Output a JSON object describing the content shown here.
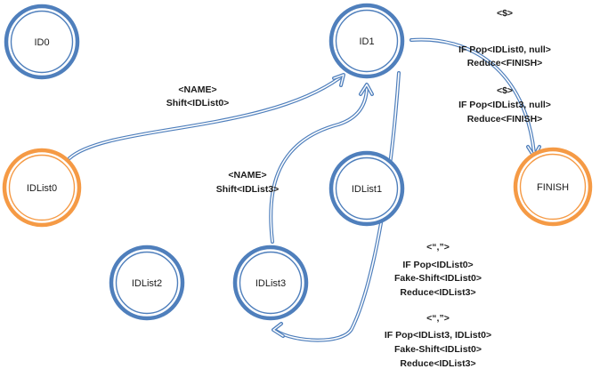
{
  "colors": {
    "blue_node": "#4f7fbc",
    "orange_node": "#f59a45",
    "edge": "#4f7fbc",
    "text": "#1a1a1a"
  },
  "nodes": {
    "id0": "ID0",
    "id1": "ID1",
    "idlist0": "IDList0",
    "idlist1": "IDList1",
    "idlist2": "IDList2",
    "idlist3": "IDList3",
    "finish": "FINISH"
  },
  "edges": {
    "idlist0_to_id1": [
      "<NAME>",
      "Shift<IDList0>"
    ],
    "idlist3_to_id1": [
      "<NAME>",
      "Shift<IDList3>"
    ],
    "id1_to_finish_a": [
      "<$>",
      "IF Pop<IDList0, null>",
      "Reduce<FINISH>"
    ],
    "id1_to_finish_b": [
      "<$>",
      "IF Pop<IDList3, null>",
      "Reduce<FINISH>"
    ],
    "id1_to_idlist3_a": [
      "<“,”>",
      "IF Pop<IDList0>",
      "Fake-Shift<IDList0>",
      "Reduce<IDList3>"
    ],
    "id1_to_idlist3_b": [
      "<“,”>",
      "IF Pop<IDList3, IDList0>",
      "Fake-Shift<IDList0>",
      "Reduce<IDList3>"
    ]
  }
}
